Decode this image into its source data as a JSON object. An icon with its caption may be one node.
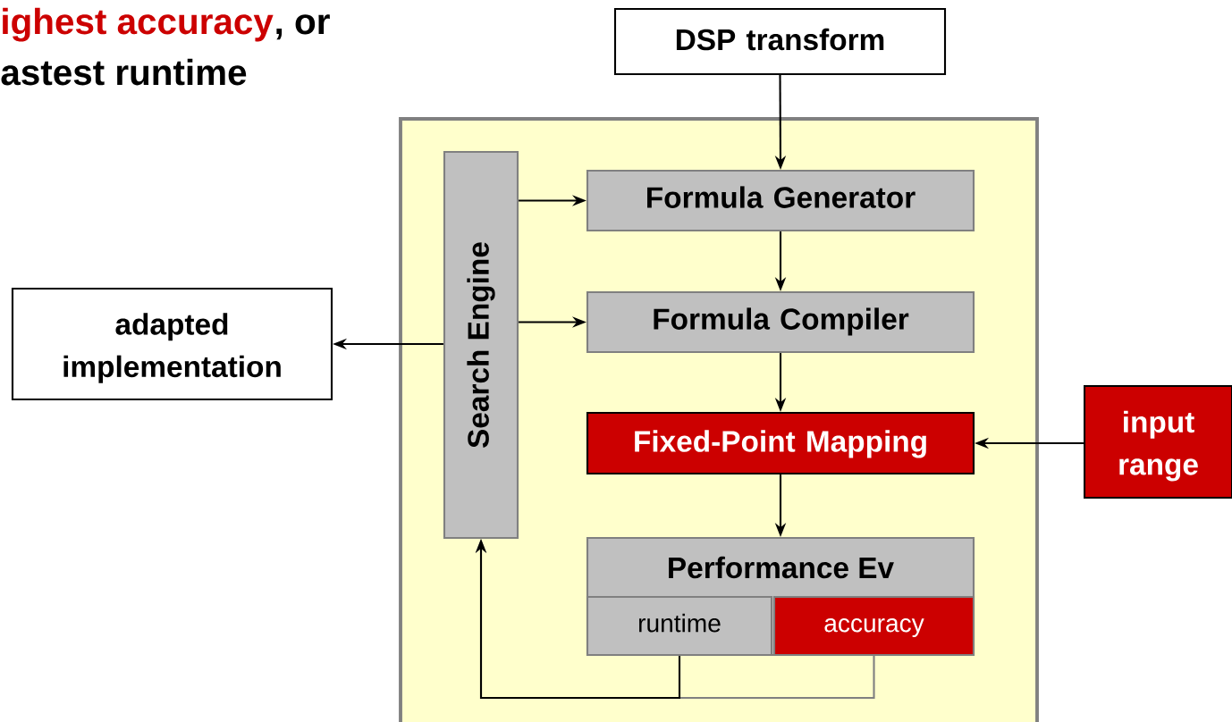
{
  "diagram": {
    "nodes": [
      {
        "text": [
          "DSP transform"
        ]
      },
      {
        "text": [],
        "shape": "box"
      },
      {
        "text": [
          "Search Engine"
        ],
        "in": 1
      },
      {
        "text": [
          "Formula Generator"
        ],
        "in": 1
      },
      {
        "text": [
          "Formula Compiler"
        ],
        "in": 1
      },
      {
        "text": [
          "Fixed-Point Mapping"
        ],
        "in": 1
      },
      {
        "text": [
          "Performance Ev"
        ],
        "in": 1
      },
      {
        "text": [
          "runtime"
        ],
        "in": 6
      },
      {
        "text": [
          "accuracy"
        ],
        "in": 6
      },
      {
        "text": [
          "adapted implementation"
        ]
      },
      {
        "text": [
          "input range"
        ]
      }
    ],
    "edges": [
      {
        "from": 0,
        "to": 3,
        "arrow": "to"
      },
      {
        "from": 2,
        "to": 3,
        "arrow": "to"
      },
      {
        "from": 3,
        "to": 4,
        "arrow": "to"
      },
      {
        "from": 2,
        "to": 4,
        "arrow": "to"
      },
      {
        "from": 4,
        "to": 5,
        "arrow": "to"
      },
      {
        "from": 10,
        "to": 5,
        "arrow": "to"
      },
      {
        "from": 5,
        "to": 6,
        "arrow": "to"
      },
      {
        "from": 2,
        "to": 9,
        "arrow": "to"
      },
      {
        "from": 8,
        "to": 2,
        "arrow": "to",
        "color": "#808080"
      },
      {
        "from": 7,
        "to": 2,
        "arrow": "to"
      }
    ],
    "labels": [
      "ighest accuracy",
      ", or",
      "astest runtime"
    ]
  }
}
